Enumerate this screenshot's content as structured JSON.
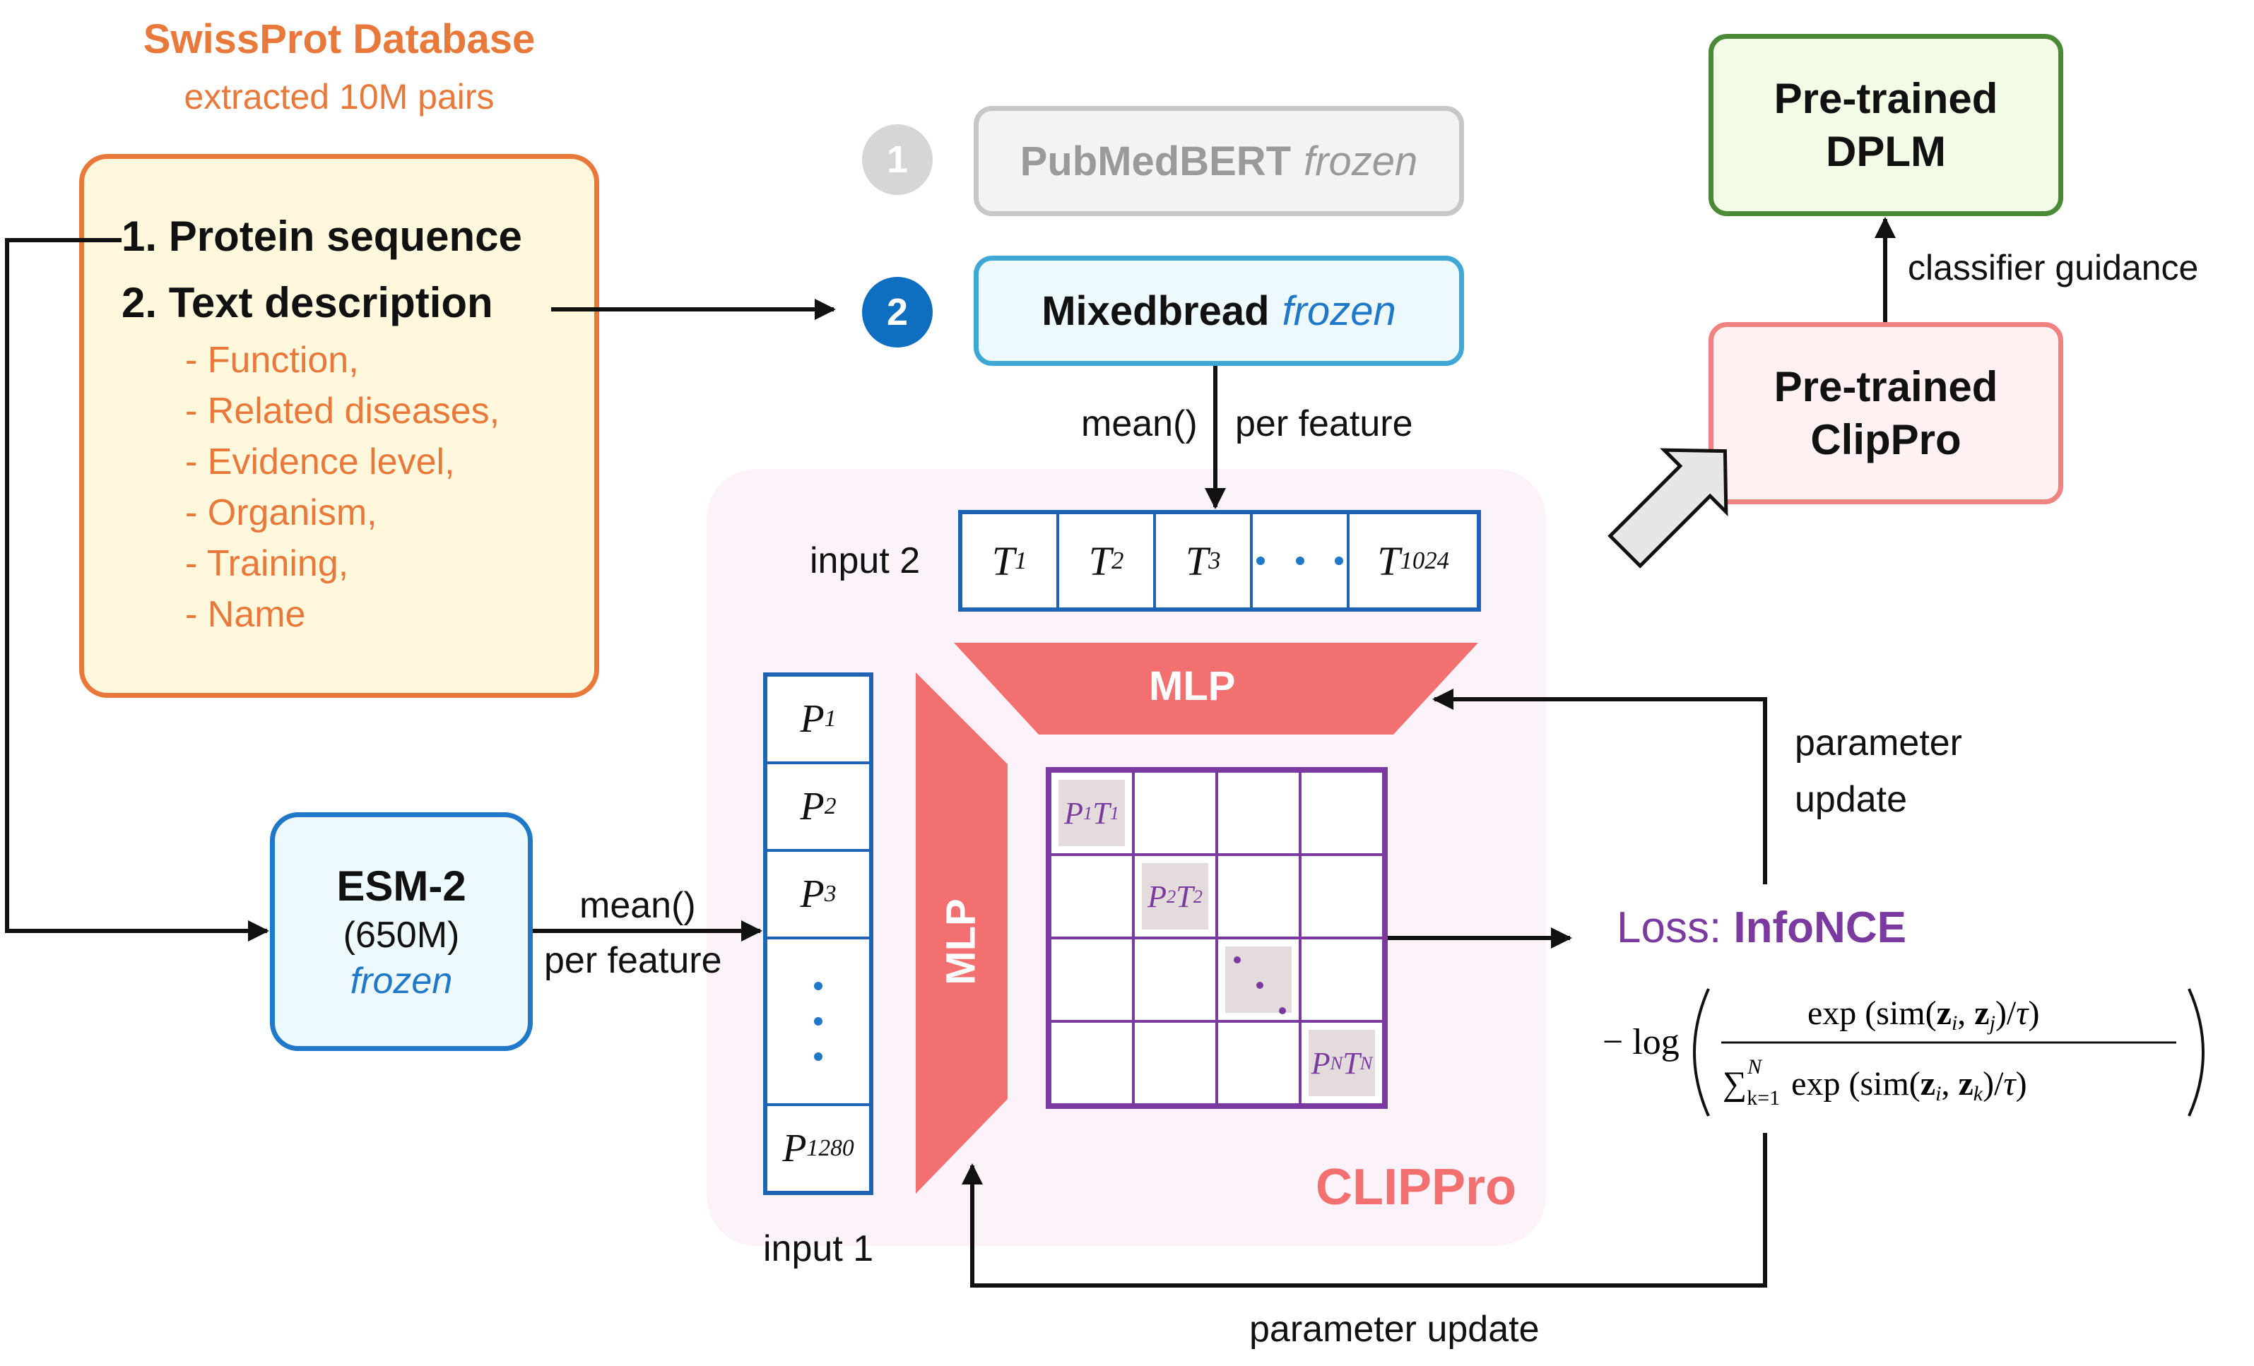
{
  "source": {
    "title": "SwissProt Database",
    "subtitle": "extracted 10M pairs",
    "items": [
      "1. Protein sequence",
      "2. Text description"
    ],
    "subitems": [
      "- Function,",
      "- Related diseases,",
      "- Evidence level,",
      "- Organism,",
      "- Training,",
      "- Name"
    ]
  },
  "encoders": {
    "pubmed": {
      "badge": "1",
      "name": "PubMedBERT",
      "tag": "frozen"
    },
    "mixedbread": {
      "badge": "2",
      "name": "Mixedbread",
      "tag": "frozen"
    },
    "esm": {
      "name": "ESM-2",
      "size": "(650M)",
      "tag": "frozen"
    }
  },
  "labels": {
    "text_pool_a": "mean()",
    "text_pool_b": "per feature",
    "prot_pool_a": "mean()",
    "prot_pool_b": "per feature",
    "input1": "input 1",
    "input2": "input 2",
    "mlp_top": "MLP",
    "mlp_left": "MLP",
    "clippro": "CLIPPro",
    "param_update_right_a": "parameter",
    "param_update_right_b": "update",
    "param_update_bottom": "parameter update",
    "loss_prefix": "Loss: ",
    "loss_name": "InfoNCE"
  },
  "tokens": {
    "text": [
      [
        "T",
        "1"
      ],
      [
        "T",
        "2"
      ],
      [
        "T",
        "3"
      ],
      [
        "T",
        "1024"
      ]
    ],
    "protein": [
      [
        "P",
        "1"
      ],
      [
        "P",
        "2"
      ],
      [
        "P",
        "3"
      ],
      [
        "P",
        "1280"
      ]
    ]
  },
  "diag": [
    [
      "P",
      "1",
      "T",
      "1"
    ],
    [
      "P",
      "2",
      "T",
      "2"
    ],
    [
      "P",
      "N",
      "T",
      "N"
    ]
  ],
  "pretrained": {
    "dplm": [
      "Pre-trained",
      "DPLM"
    ],
    "clippro": [
      "Pre-trained",
      "ClipPro"
    ],
    "guidance": "classifier guidance"
  },
  "colors": {
    "orange": "#e8793a",
    "blue": "#1f64b4",
    "salmon": "#f27070",
    "purple": "#7a3aa0",
    "green": "#4a8a36"
  }
}
